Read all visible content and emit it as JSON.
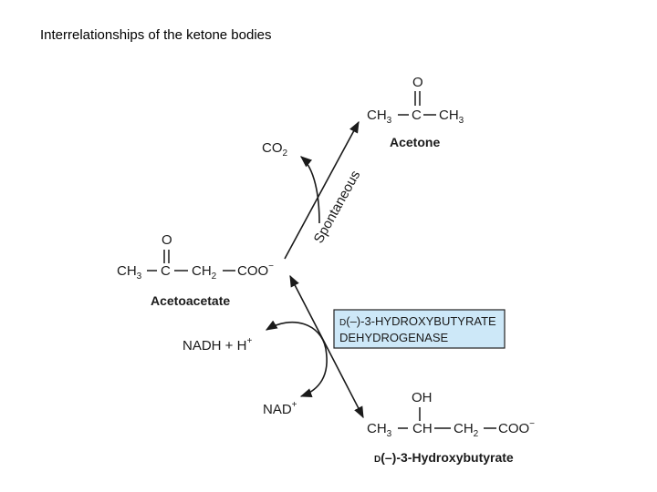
{
  "slide_title": "Interrelationships of the ketone bodies",
  "acetone": {
    "name": "Acetone",
    "carbonyl_o": "O",
    "left_group": "CH3",
    "carbon": "C",
    "right_group": "CH3"
  },
  "acetoacetate": {
    "name": "Acetoacetate",
    "carbonyl_o": "O",
    "group1": "CH3",
    "carbon": "C",
    "group2": "CH2",
    "group3": "COO−"
  },
  "hydroxybutyrate": {
    "name_prefix": "D",
    "name_rest": "(–)-3-Hydroxybutyrate",
    "oh": "OH",
    "group1": "CH3",
    "group2": "CH",
    "group3": "CH2",
    "group4": "COO−"
  },
  "enzyme": {
    "line1": "D(–)-3-HYDROXYBUTYRATE",
    "line2": "DEHYDROGENASE",
    "box_fill": "#cde8f8",
    "box_border": "#222222"
  },
  "cofactors": {
    "co2": "CO2",
    "nadh": "NADH + H+",
    "nad": "NAD+"
  },
  "spontaneous_label": "Spontaneous"
}
